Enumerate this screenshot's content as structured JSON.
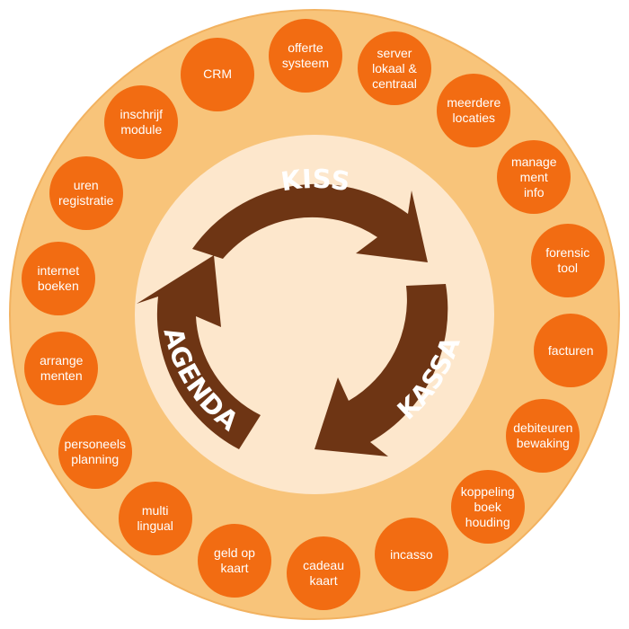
{
  "diagram": {
    "center": {
      "top_label": "KISS",
      "right_label": "KASSA",
      "left_label": "AGENDA"
    },
    "features": [
      "server\nlokaal &\ncentraal",
      "meerdere\nlocaties",
      "manage\nment\ninfo",
      "forensic\ntool",
      "facturen",
      "debiteuren\nbewaking",
      "koppeling\nboek\nhouding",
      "incasso",
      "cadeau\nkaart",
      "geld op\nkaart",
      "multi\nlingual",
      "personeels\nplanning",
      "arrange\nmenten",
      "internet\nboeken",
      "uren\nregistratie",
      "inschrijf\nmodule",
      "CRM",
      "offerte\nsysteem"
    ],
    "colors": {
      "outer_ring": "#f8c47a",
      "inner_disc": "#fde7cc",
      "feature_bubble": "#f26c12",
      "arrow": "#6e3514",
      "text": "#ffffff"
    }
  }
}
